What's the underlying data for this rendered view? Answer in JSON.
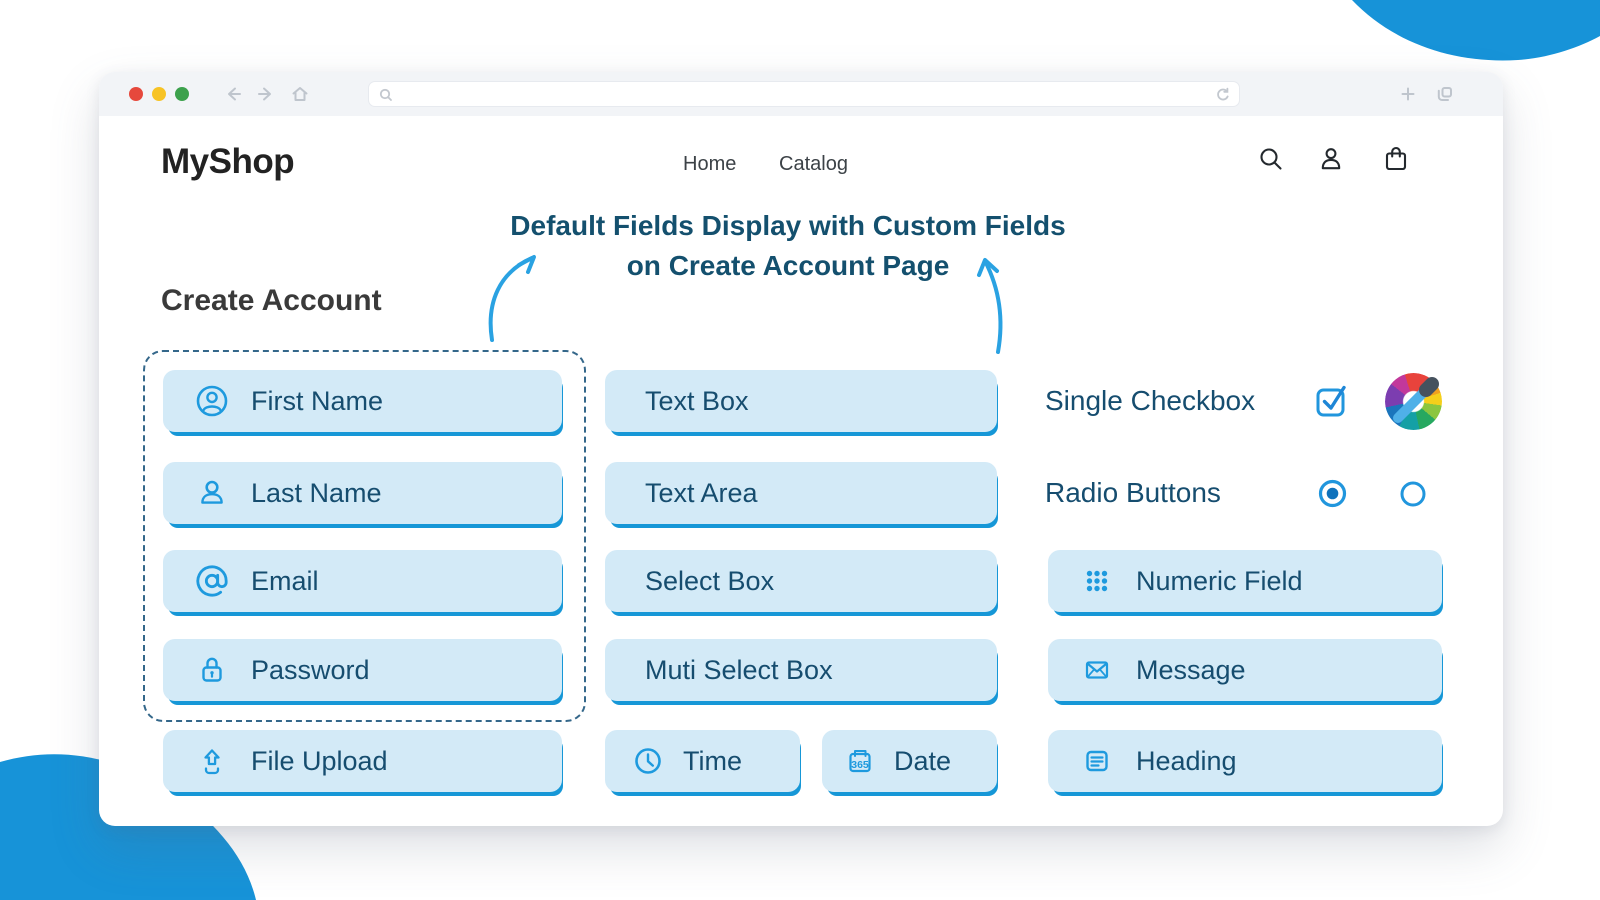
{
  "colors": {
    "accent_blue": "#1e9ade",
    "pill_background": "#d3eaf7",
    "pill_edge": "#1697d7",
    "navy_text": "#164d6f",
    "title_navy": "#14506e",
    "blob_blue": "#1793d8",
    "traffic_red": "#e6483c",
    "traffic_yellow": "#f7c325",
    "traffic_green": "#3ca14c"
  },
  "browser": {
    "url_value": "",
    "icons": [
      "close",
      "minimize",
      "maximize",
      "back-arrow",
      "forward-arrow",
      "home",
      "search",
      "refresh",
      "new-tab",
      "tab-overview"
    ]
  },
  "site_header": {
    "logo": "MyShop",
    "nav": [
      {
        "label": "Home"
      },
      {
        "label": "Catalog"
      }
    ],
    "icons": [
      "search",
      "account",
      "shopping-bag"
    ]
  },
  "annotation": {
    "title_line1": "Default Fields Display with Custom Fields",
    "title_line2": "on Create Account Page"
  },
  "page": {
    "heading": "Create Account"
  },
  "default_fields": {
    "items": [
      {
        "label": "First Name",
        "icon": "user-circle"
      },
      {
        "label": "Last Name",
        "icon": "user"
      },
      {
        "label": "Email",
        "icon": "at-sign"
      },
      {
        "label": "Password",
        "icon": "lock"
      }
    ],
    "file_upload": {
      "label": "File Upload",
      "icon": "upload"
    }
  },
  "custom_fields": {
    "column2": [
      {
        "label": "Text Box"
      },
      {
        "label": "Text Area"
      },
      {
        "label": "Select Box"
      },
      {
        "label": "Muti Select Box"
      }
    ],
    "bottom_row": [
      {
        "label": "Time",
        "icon": "clock"
      },
      {
        "label": "Date",
        "icon": "calendar-365",
        "calendar_text": "365"
      }
    ],
    "column3_labels": [
      {
        "label": "Single Checkbox",
        "icons": [
          "checkbox-checked",
          "color-picker-wheel"
        ]
      },
      {
        "label": "Radio Buttons",
        "icons": [
          "radio-selected",
          "radio-unselected"
        ]
      }
    ],
    "column3_fields": [
      {
        "label": "Numeric Field",
        "icon": "dots-grid"
      },
      {
        "label": "Message",
        "icon": "envelope"
      },
      {
        "label": "Heading",
        "icon": "heading-doc"
      }
    ]
  }
}
